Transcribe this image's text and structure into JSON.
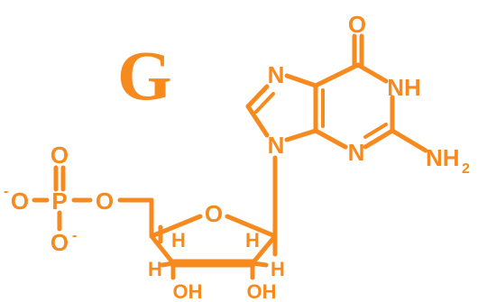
{
  "title_letter": "G",
  "colors": {
    "molecule": "#F68A1F",
    "background": "#FFFFFF"
  },
  "atoms": {
    "O_carbonyl": "O",
    "N_imidazole_top": "N",
    "N_ring_h": "NH",
    "N_glycosidic": "N",
    "N_pyrimidine": "N",
    "amine_base": "NH",
    "amine_sub": "2",
    "O_ring": "O",
    "O_phosphate_double": "O",
    "P": "P",
    "O_bridge": "O",
    "O_left": "O",
    "O_left_charge": "-",
    "O_bottom": "O",
    "O_bottom_charge": "-",
    "H_c4": "H",
    "H_c1": "H",
    "H_c3": "H",
    "H_c2": "H",
    "OH_left": "OH",
    "OH_right": "OH"
  }
}
